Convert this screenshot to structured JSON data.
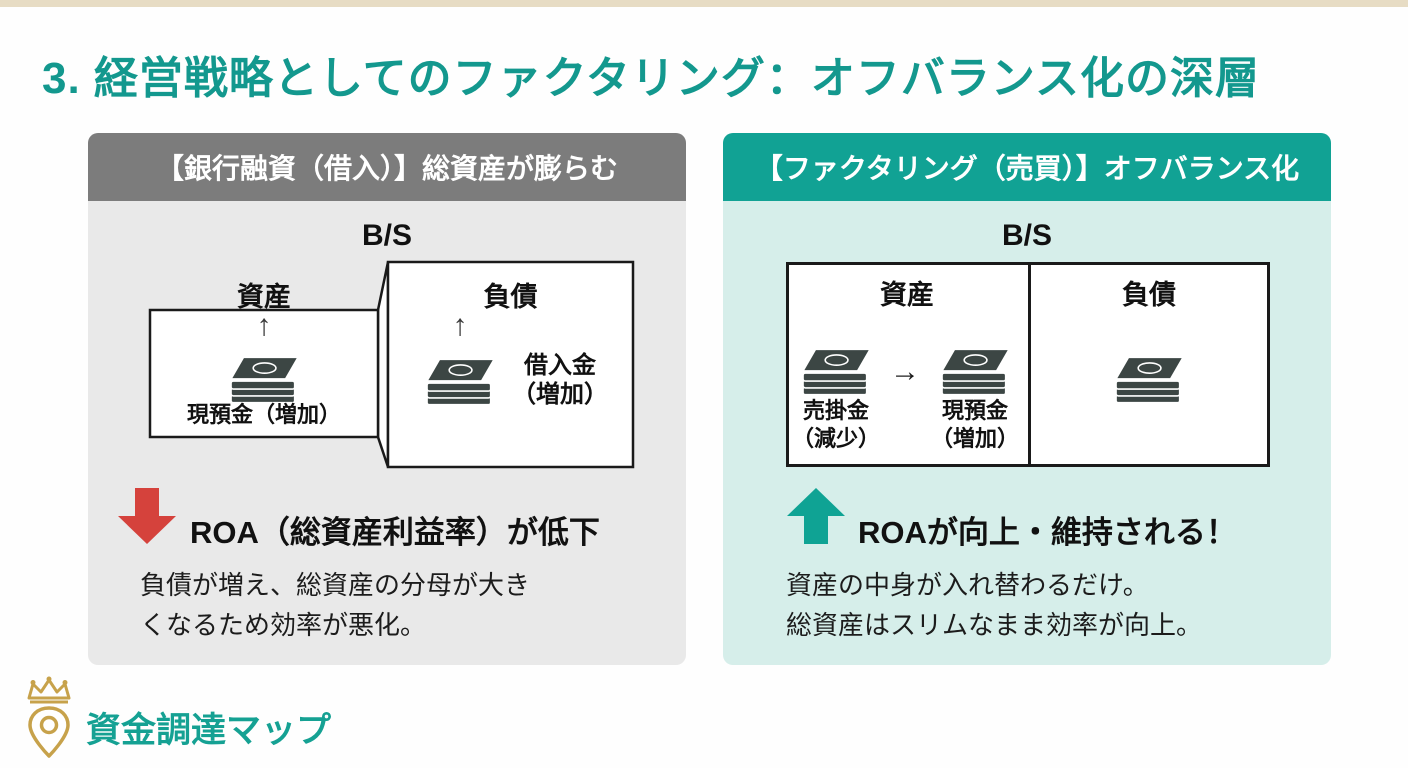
{
  "page": {
    "title": "3. 経営戦略としてのファクタリング：オフバランス化の深層"
  },
  "icons": {
    "up_arrow": "↑",
    "right_arrow": "→"
  },
  "colors": {
    "accent_teal": "#13988e",
    "header_teal": "#11a294",
    "header_gray": "#7c7c7c",
    "panel_gray_bg": "#e9e9e9",
    "panel_teal_bg": "#d6eeea",
    "negative_red": "#d5423c",
    "positive_teal": "#0fa394",
    "bill_dark": "#3c4644",
    "logo_gold": "#c7a24b"
  },
  "left_panel": {
    "header": "【銀行融資（借入）】総資産が膨らむ",
    "bs_label": "B/S",
    "assets_label": "資産",
    "liabilities_label": "負債",
    "asset_item": "現預金（増加）",
    "liability_item_line1": "借入金",
    "liability_item_line2": "（増加）",
    "roa_headline": "ROA（総資産利益率）が低下",
    "description_line1": "負債が増え、総資産の分母が大き",
    "description_line2": "くなるため効率が悪化。"
  },
  "right_panel": {
    "header": "【ファクタリング（売買）】オフバランス化",
    "bs_label": "B/S",
    "assets_label": "資産",
    "liabilities_label": "負債",
    "asset_from_line1": "売掛金",
    "asset_from_line2": "（減少）",
    "asset_to_line1": "現預金",
    "asset_to_line2": "（増加）",
    "roa_headline": "ROAが向上・維持される！",
    "description_line1": "資産の中身が入れ替わるだけ。",
    "description_line2": "総資産はスリムなまま効率が向上。"
  },
  "footer": {
    "brand_name": "資金調達マップ"
  }
}
